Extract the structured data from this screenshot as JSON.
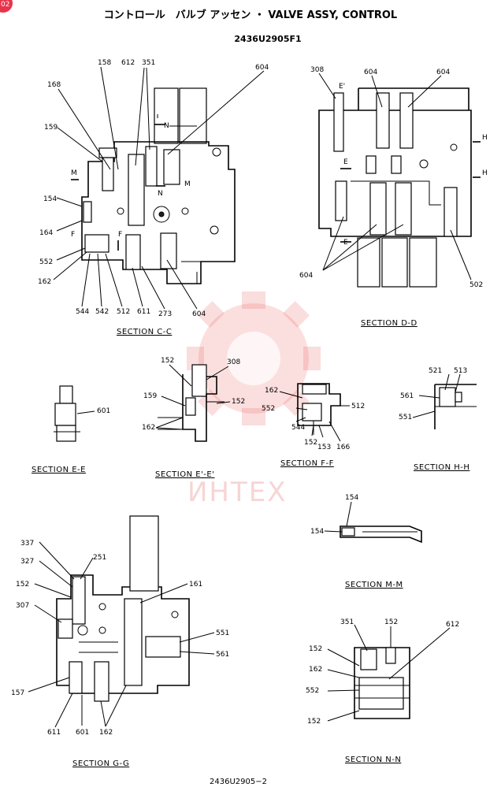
{
  "header": {
    "badge": "02",
    "title": "コントロール　バルブ アッセン ・ VALVE ASSY, CONTROL",
    "code": "2436U2905F1"
  },
  "footer": {
    "code": "2436U2905−2"
  },
  "watermark": {
    "text": "ИНТЕХ",
    "color": "#e84b4b"
  },
  "sections": {
    "cc": {
      "title": "SECTION C-C",
      "labels": {
        "l158": "158",
        "l612": "612",
        "l351": "351",
        "l604a": "604",
        "l168": "168",
        "l159": "159",
        "lN1": "N",
        "lM1": "M",
        "lN2": "N",
        "lM2": "M",
        "l154": "154",
        "l164": "164",
        "lF1": "F",
        "lF2": "F",
        "l552": "552",
        "l162": "162",
        "l544": "544",
        "l542": "542",
        "l512": "512",
        "l611": "611",
        "l273": "273",
        "l604b": "604"
      }
    },
    "dd": {
      "title": "SECTION D-D",
      "labels": {
        "l308": "308",
        "lE1": "E'",
        "l604a": "604",
        "l604b": "604",
        "lH1": "H",
        "lE2": "E",
        "lH2": "H",
        "lE3": "E",
        "l604c": "604",
        "l502": "502"
      }
    },
    "ee": {
      "title": "SECTION E-E",
      "labels": {
        "l601": "601"
      }
    },
    "ee2": {
      "title": "SECTION E'-E'",
      "labels": {
        "l152a": "152",
        "l308": "308",
        "l159": "159",
        "l152b": "152",
        "l162": "162"
      }
    },
    "ff": {
      "title": "SECTION F-F",
      "labels": {
        "l162": "162",
        "l552": "552",
        "l512": "512",
        "l544": "544",
        "l152": "152",
        "l153": "153",
        "l166": "166"
      }
    },
    "hh": {
      "title": "SECTION H-H",
      "labels": {
        "l521": "521",
        "l513": "513",
        "l561": "561",
        "l551": "551"
      }
    },
    "mm": {
      "title": "SECTION M-M",
      "labels": {
        "l154a": "154",
        "l154b": "154"
      }
    },
    "gg": {
      "title": "SECTION G-G",
      "labels": {
        "l337": "337",
        "l327": "327",
        "l251": "251",
        "l152": "152",
        "l161": "161",
        "l307": "307",
        "l551": "551",
        "l561": "561",
        "l157": "157",
        "l611": "611",
        "l601": "601",
        "l162": "162"
      }
    },
    "nn": {
      "title": "SECTION N-N",
      "labels": {
        "l351": "351",
        "l152a": "152",
        "l612": "612",
        "l152b": "152",
        "l162": "162",
        "l552": "552",
        "l152c": "152"
      }
    }
  }
}
